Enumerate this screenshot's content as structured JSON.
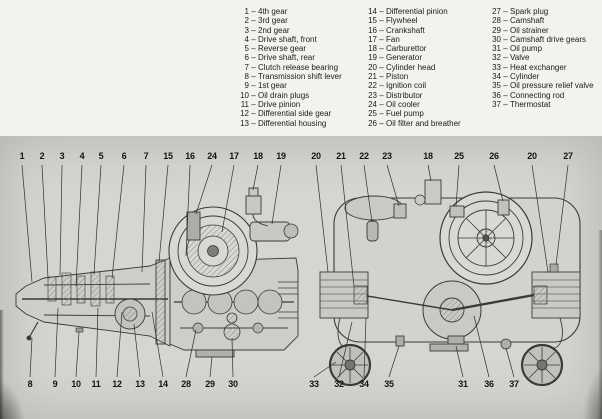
{
  "colors": {
    "paper": "#f2f2ee",
    "panel": "#d5d5d1",
    "ink": "#1c1c1c"
  },
  "legend": {
    "columns": [
      {
        "items": [
          {
            "num": "1",
            "label": "4th gear"
          },
          {
            "num": "2",
            "label": "3rd gear"
          },
          {
            "num": "3",
            "label": "2nd gear"
          },
          {
            "num": "4",
            "label": "Drive shaft, front"
          },
          {
            "num": "5",
            "label": "Reverse gear"
          },
          {
            "num": "6",
            "label": "Drive shaft, rear"
          },
          {
            "num": "7",
            "label": "Clutch release bearing"
          },
          {
            "num": "8",
            "label": "Transmission shift lever"
          },
          {
            "num": "9",
            "label": "1st gear"
          },
          {
            "num": "10",
            "label": "Oil drain plugs"
          },
          {
            "num": "11",
            "label": "Drive pinion"
          },
          {
            "num": "12",
            "label": "Differential side gear"
          },
          {
            "num": "13",
            "label": "Differential housing"
          }
        ]
      },
      {
        "items": [
          {
            "num": "14",
            "label": "Differential pinion"
          },
          {
            "num": "15",
            "label": "Flywheel"
          },
          {
            "num": "16",
            "label": "Crankshaft"
          },
          {
            "num": "17",
            "label": "Fan"
          },
          {
            "num": "18",
            "label": "Carburettor"
          },
          {
            "num": "19",
            "label": "Generator"
          },
          {
            "num": "20",
            "label": "Cylinder head"
          },
          {
            "num": "21",
            "label": "Piston"
          },
          {
            "num": "22",
            "label": "Ignition coil"
          },
          {
            "num": "23",
            "label": "Distributor"
          },
          {
            "num": "24",
            "label": "Oil cooler"
          },
          {
            "num": "25",
            "label": "Fuel pump"
          },
          {
            "num": "26",
            "label": "Oil filter and breather"
          }
        ]
      },
      {
        "items": [
          {
            "num": "27",
            "label": "Spark plug"
          },
          {
            "num": "28",
            "label": "Camshaft"
          },
          {
            "num": "29",
            "label": "Oil strainer"
          },
          {
            "num": "30",
            "label": "Camshaft drive gears"
          },
          {
            "num": "31",
            "label": "Oil pump"
          },
          {
            "num": "32",
            "label": "Valve"
          },
          {
            "num": "33",
            "label": "Heat exchanger"
          },
          {
            "num": "34",
            "label": "Cylinder"
          },
          {
            "num": "35",
            "label": "Oil pressure relief valve"
          },
          {
            "num": "36",
            "label": "Connecting rod"
          },
          {
            "num": "37",
            "label": "Thermostat"
          }
        ]
      }
    ]
  },
  "callouts": {
    "left_top": [
      "1",
      "2",
      "3",
      "4",
      "5",
      "6",
      "7",
      "15",
      "16",
      "24",
      "17",
      "18",
      "19"
    ],
    "right_top": [
      "20",
      "21",
      "22",
      "23",
      "18",
      "25",
      "26",
      "20",
      "27"
    ],
    "left_bottom": [
      "8",
      "9",
      "10",
      "11",
      "12",
      "13",
      "14",
      "28",
      "29",
      "30"
    ],
    "right_bottom": [
      "33",
      "32",
      "34",
      "35",
      "31",
      "36",
      "37"
    ]
  }
}
